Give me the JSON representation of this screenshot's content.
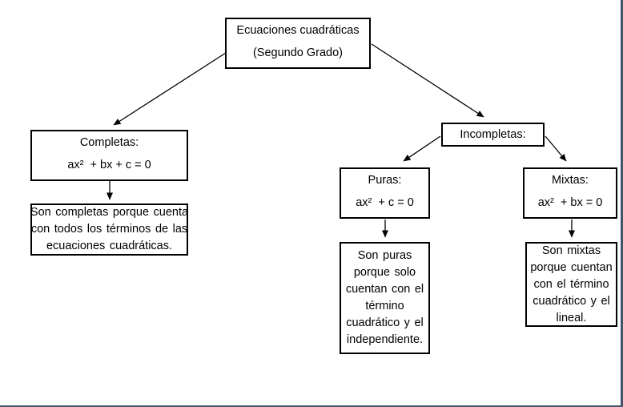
{
  "page": {
    "background_color": "#ffffff",
    "edge_border_color": "#44546a",
    "node_border_color": "#000000",
    "text_color": "#000000"
  },
  "diagram": {
    "type": "concept-map",
    "language": "es",
    "nodes": {
      "root": {
        "title": "Ecuaciones cuadráticas",
        "subtitle": "(Segundo Grado)"
      },
      "completas": {
        "title": "Completas:",
        "formula": "ax²  + bx + c = 0"
      },
      "completas_desc": {
        "lines": [
          "Son completas porque cuenta",
          "con todos los términos de las",
          "ecuaciones cuadráticas."
        ],
        "text": "Son completas porque cuenta con todos los términos de las ecuaciones cuadráticas."
      },
      "incompletas": {
        "title": "Incompletas:"
      },
      "puras": {
        "title": "Puras:",
        "formula": "ax²  + c = 0"
      },
      "puras_desc": {
        "lines": [
          "Son puras",
          "porque solo",
          "cuentan con el",
          "término",
          "cuadrático y el",
          "independiente."
        ],
        "text": "Son puras porque solo cuentan con el término cuadrático y el independiente."
      },
      "mixtas": {
        "title": "Mixtas:",
        "formula": "ax²  + bx = 0"
      },
      "mixtas_desc": {
        "lines": [
          "Son mixtas",
          "porque cuentan",
          "con el término",
          "cuadrático y el",
          "lineal."
        ],
        "text": "Son mixtas porque cuentan con el término cuadrático y el lineal."
      }
    },
    "edges": [
      {
        "from": "root",
        "to": "completas"
      },
      {
        "from": "root",
        "to": "incompletas"
      },
      {
        "from": "incompletas",
        "to": "puras"
      },
      {
        "from": "incompletas",
        "to": "mixtas"
      },
      {
        "from": "completas",
        "to": "completas_desc"
      },
      {
        "from": "puras",
        "to": "puras_desc"
      },
      {
        "from": "mixtas",
        "to": "mixtas_desc"
      }
    ]
  }
}
